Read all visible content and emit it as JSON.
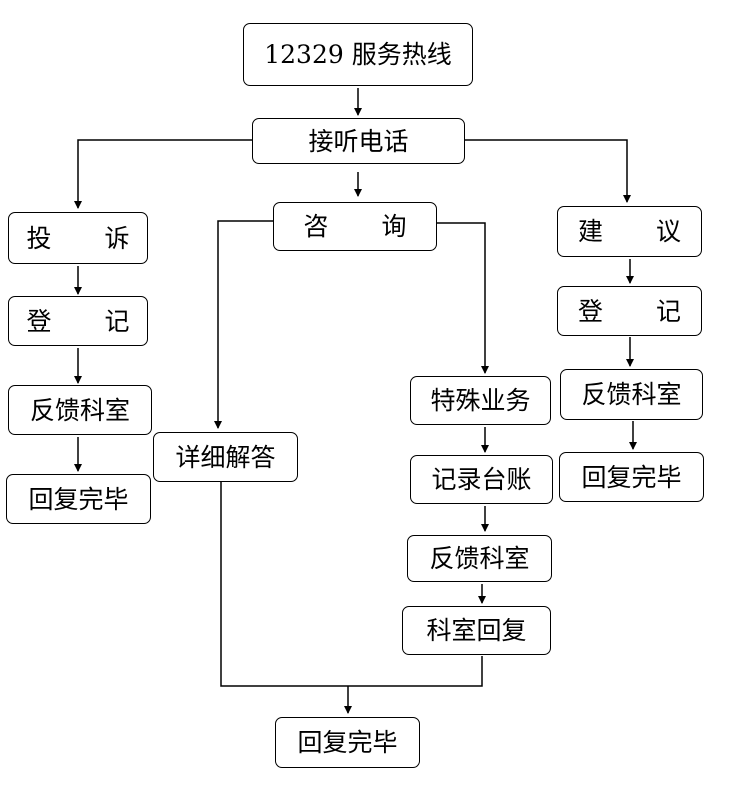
{
  "hotline": "12329 服务热线",
  "answer": "接听电话",
  "complaint": {
    "title": "投 诉",
    "steps": [
      "登 记",
      "反馈科室",
      "回复完毕"
    ]
  },
  "consult": {
    "title": "咨 询",
    "detail": "详细解答",
    "special": "特殊业务",
    "special_steps": [
      "记录台账",
      "反馈科室",
      "科室回复"
    ],
    "end": "回复完毕"
  },
  "suggestion": {
    "title": "建 议",
    "steps": [
      "登 记",
      "反馈科室",
      "回复完毕"
    ]
  }
}
